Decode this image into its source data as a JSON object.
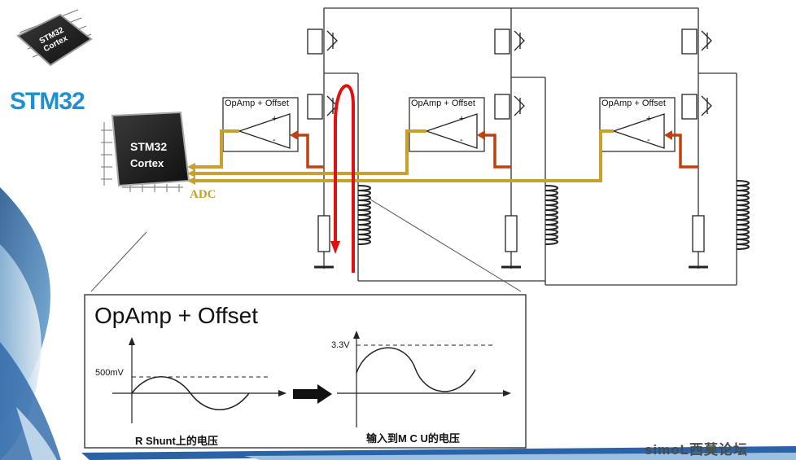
{
  "brand": {
    "logo_text": "STM32",
    "chip_small": {
      "line1": "STM32",
      "line2": "Cortex"
    },
    "chip_large": {
      "line1": "STM32",
      "line2": "Cortex"
    }
  },
  "circuit": {
    "adc_label": "ADC",
    "opamp_labels": [
      "OpAmp + Offset",
      "OpAmp + Offset",
      "OpAmp + Offset"
    ],
    "opamp_plus": "+",
    "opamp_minus": "-"
  },
  "inset": {
    "title": "OpAmp + Offset",
    "left_plot": {
      "level_label": "500mV",
      "caption": "R Shunt上的电压"
    },
    "right_plot": {
      "level_label": "3.3V",
      "caption": "输入到M C U的电压"
    }
  },
  "watermark": "simoL西莫论坛",
  "colors": {
    "adc_bus": "#c8a02a",
    "current_arrow": "#e01010",
    "feedback_arrow": "#c0400f",
    "logo_blue": "#1f8fcf",
    "wire": "#333333"
  }
}
